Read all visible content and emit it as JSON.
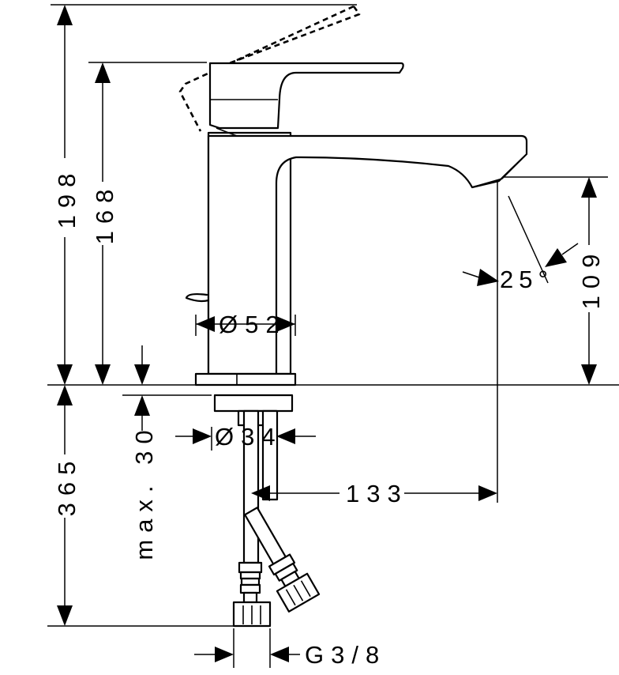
{
  "dimensions": {
    "total_height": "198",
    "lever_height": "168",
    "spout_clearance": "109",
    "lever_angle": "25°",
    "body_diameter": "Ø52",
    "shank_diameter": "Ø34",
    "below_deck": "365",
    "max_deck_thickness": "max. 30",
    "spout_reach": "133",
    "connection_thread": "G3/8"
  }
}
